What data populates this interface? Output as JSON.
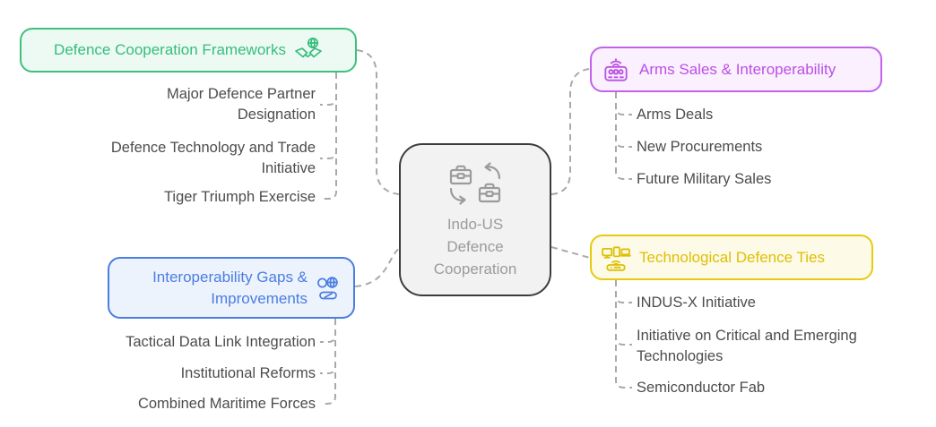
{
  "center": {
    "title": "Indo-US Defence Cooperation",
    "icon": "briefcase-exchange-icon",
    "border_color": "#3c3c3c",
    "bg_color": "#f2f2f2",
    "text_color": "#9b9b9b"
  },
  "branches": [
    {
      "title": "Defence Cooperation Frameworks",
      "icon": "handshake-globe-icon",
      "accent_color": "#3fc07e",
      "bg_color": "#edfaf3",
      "side": "top-left",
      "items": [
        "Major Defence Partner Designation",
        "Defence Technology and Trade Initiative",
        "Tiger Triumph Exercise"
      ]
    },
    {
      "title": "Interoperability Gaps & Improvements",
      "icon": "globe-toggle-icon",
      "accent_color": "#4a7de2",
      "bg_color": "#edf3fd",
      "side": "bottom-left",
      "items": [
        "Tactical Data Link Integration",
        "Institutional Reforms",
        "Combined Maritime Forces"
      ]
    },
    {
      "title": "Arms Sales & Interoperability",
      "icon": "remote-control-icon",
      "accent_color": "#c263ea",
      "bg_color": "#faf0fe",
      "side": "top-right",
      "items": [
        "Arms Deals",
        "New Procurements",
        "Future Military Sales"
      ]
    },
    {
      "title": "Technological Defence Ties",
      "icon": "connected-devices-icon",
      "accent_color": "#e6ca12",
      "bg_color": "#fdfae8",
      "side": "bottom-right",
      "items": [
        "INDUS-X Initiative",
        "Initiative on Critical and Emerging Technologies",
        "Semiconductor Fab"
      ]
    }
  ],
  "style": {
    "connector_color": "#a9a9a9",
    "item_text_color": "#4c4c4c"
  }
}
